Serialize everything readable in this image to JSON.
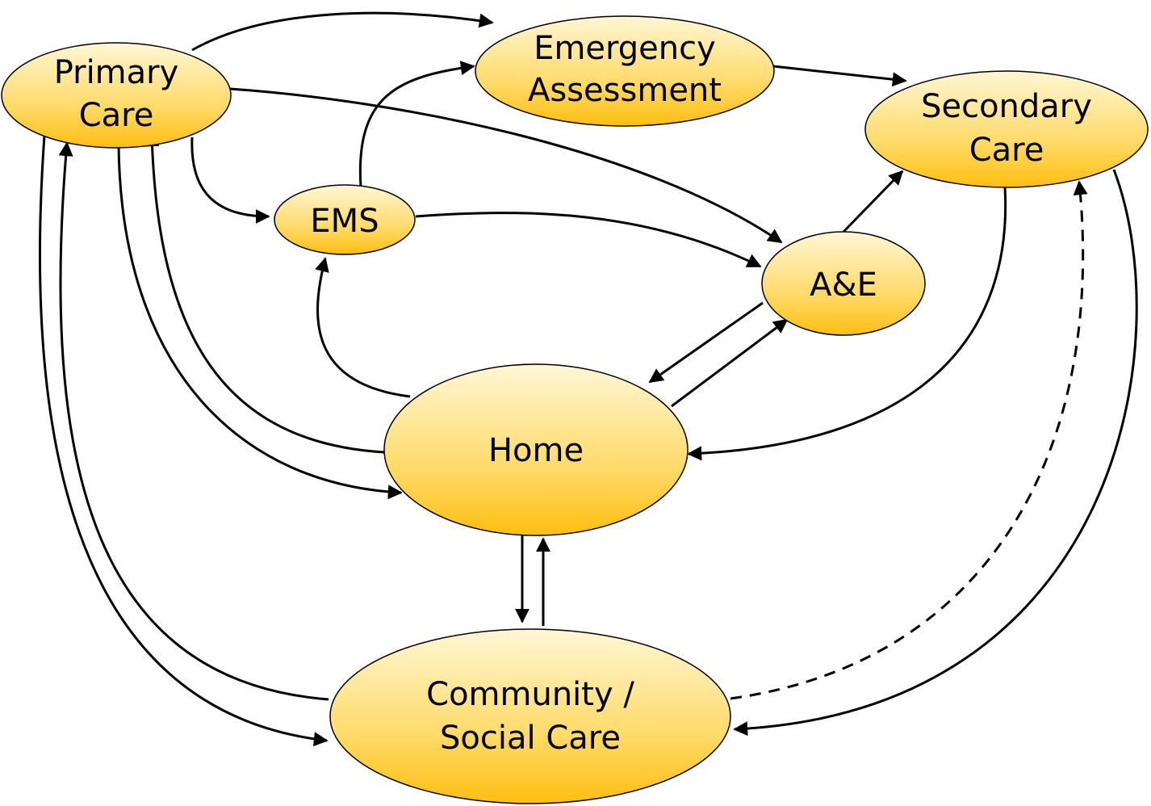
{
  "nodes": {
    "primary_care": {
      "line1": "Primary",
      "line2": "Care"
    },
    "emergency_assessment": {
      "line1": "Emergency",
      "line2": "Assessment"
    },
    "secondary_care": {
      "line1": "Secondary",
      "line2": "Care"
    },
    "ems": {
      "label": "EMS"
    },
    "ae": {
      "label": "A&E"
    },
    "home": {
      "label": "Home"
    },
    "community_social_care": {
      "line1": "Community /",
      "line2": "Social Care"
    }
  },
  "colors": {
    "node_fill_top": "#FFF6D5",
    "node_fill_bottom": "#FFBE10",
    "stroke": "#000000"
  }
}
